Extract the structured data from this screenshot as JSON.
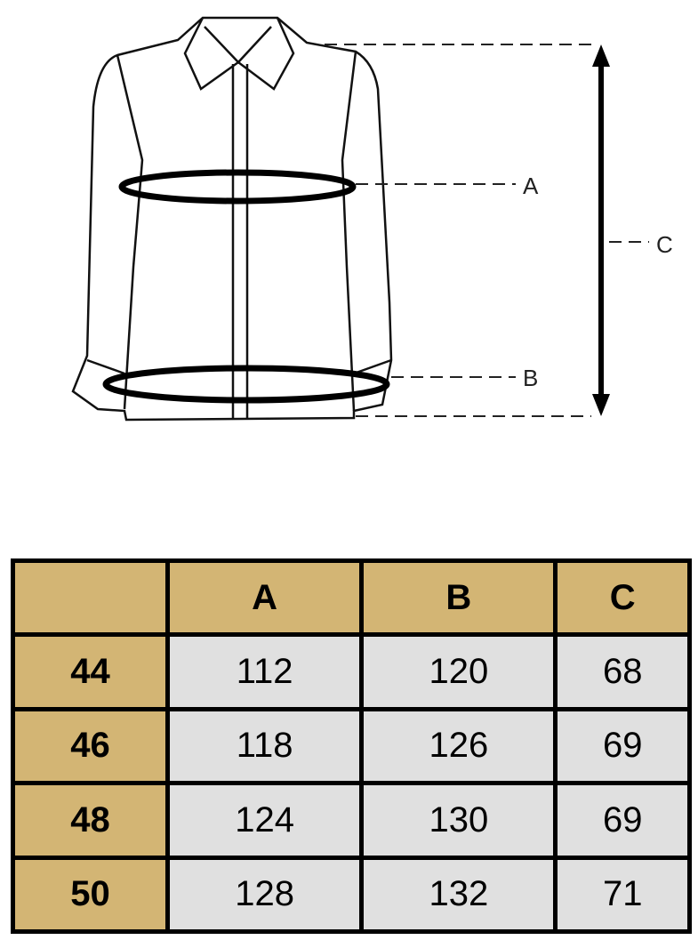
{
  "diagram": {
    "labels": {
      "a": "A",
      "b": "B",
      "c": "C"
    }
  },
  "table": {
    "headers": [
      "",
      "A",
      "B",
      "C"
    ],
    "rows": [
      {
        "size": "44",
        "values": [
          "112",
          "120",
          "68"
        ]
      },
      {
        "size": "46",
        "values": [
          "118",
          "126",
          "69"
        ]
      },
      {
        "size": "48",
        "values": [
          "124",
          "130",
          "69"
        ]
      },
      {
        "size": "50",
        "values": [
          "128",
          "132",
          "71"
        ]
      }
    ]
  },
  "colors": {
    "header": "#d3b574",
    "cell": "#e0e0e0"
  }
}
